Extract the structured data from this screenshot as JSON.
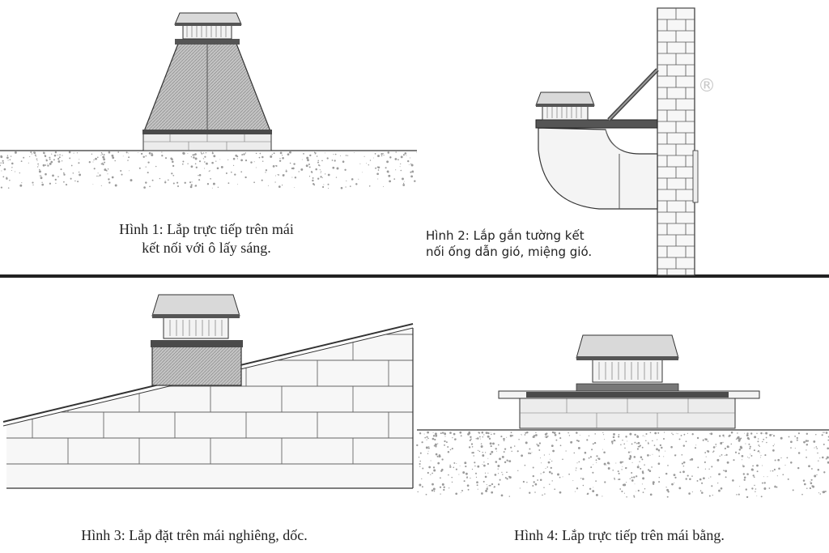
{
  "figures": [
    {
      "id": "fig1",
      "caption_line1": "Hình 1: Lắp trực tiếp trên mái",
      "caption_line2": "kết nối với ô lấy sáng."
    },
    {
      "id": "fig2",
      "caption_line1": "Hình 2: Lắp gắn tường kết",
      "caption_line2": "nối ống dẫn gió, miệng gió."
    },
    {
      "id": "fig3",
      "caption": "Hình 3: Lắp đặt trên mái nghiêng, dốc."
    },
    {
      "id": "fig4",
      "caption": "Hình 4: Lắp trực tiếp trên mái bằng."
    }
  ],
  "registered_mark": "®",
  "colors": {
    "line": "#333333",
    "hood": "#d9d9d9",
    "gravel": "#9a9a9a",
    "divider": "#222222",
    "base": "#e4e4e4"
  }
}
